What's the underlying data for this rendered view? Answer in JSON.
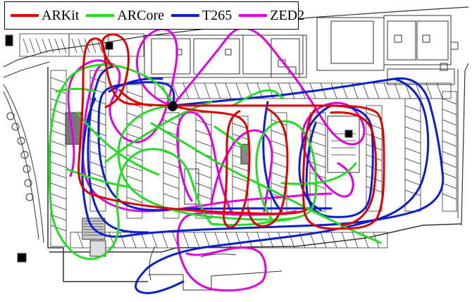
{
  "legend": {
    "items": [
      {
        "label": "ARKit",
        "color": "#e00000"
      },
      {
        "label": "ARCore",
        "color": "#22dd22"
      },
      {
        "label": "T265",
        "color": "#0a1ed0"
      },
      {
        "label": "ZED2",
        "color": "#e000e0"
      }
    ]
  },
  "colors": {
    "background": "#ffffff",
    "floorplan_lines": "#333333",
    "start_marker": "#000000"
  },
  "icons": {
    "start_marker": "filled-black-circle"
  }
}
